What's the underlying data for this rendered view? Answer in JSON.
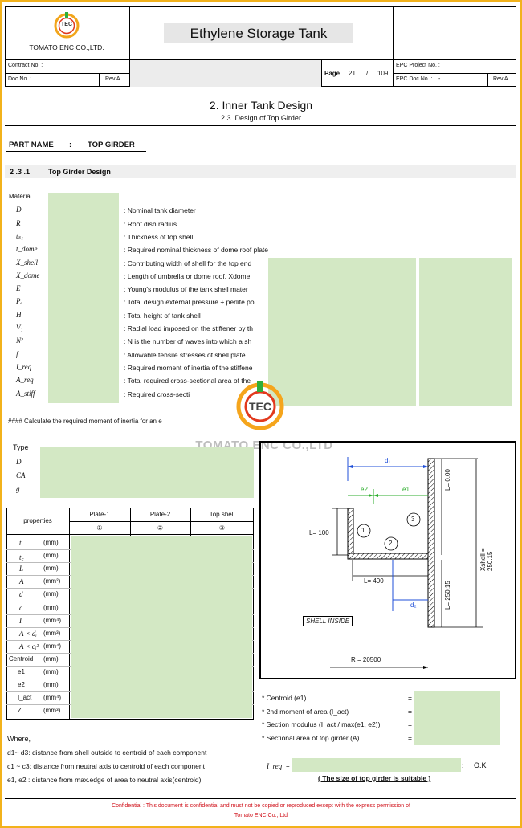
{
  "header": {
    "logo_text": "TEC",
    "company": "TOMATO ENC CO.,LTD.",
    "title": "Ethylene Storage Tank",
    "contract_no_label": "Contract No. :",
    "doc_no_label": "Doc No. :",
    "rev_label": "Rev.A",
    "page_label": "Page",
    "page_current": "21",
    "page_sep": "/",
    "page_total": "109",
    "epc_project_label": "EPC Project No. :",
    "epc_doc_label": "EPC Doc No. :",
    "epc_doc_value": "-",
    "epc_rev_label": "Rev.A"
  },
  "section": {
    "title": "2. Inner Tank Design",
    "subtitle": "2.3. Design of Top Girder",
    "part_label": "PART NAME",
    "part_sep": ":",
    "part_value": "TOP GIRDER",
    "sub_number": "2 .3 .1",
    "sub_title": "Top Girder Design"
  },
  "params": [
    {
      "sym": "Material",
      "desc": ""
    },
    {
      "sym": "D",
      "desc": ": Nominal tank diameter"
    },
    {
      "sym": "R",
      "desc": ": Roof dish radius"
    },
    {
      "sym": "tₛ₁",
      "desc": ": Thickness of top shell"
    },
    {
      "sym": "t_dome",
      "desc": ": Required nominal thickness of dome roof plate"
    },
    {
      "sym": "X_shell",
      "desc": ": Contributing width of shell for the top end"
    },
    {
      "sym": "X_dome",
      "desc": ": Length of umbrella or dome roof, Xdome"
    },
    {
      "sym": "E",
      "desc": ": Young's modulus of the tank shell mater"
    },
    {
      "sym": "Pₑ",
      "desc": ": Total design external pressure + perlite po"
    },
    {
      "sym": "H",
      "desc": ": Total height of tank shell"
    },
    {
      "sym": "V₁",
      "desc": ": Radial load imposed on the stiffener by th"
    },
    {
      "sym": "N²",
      "desc": ": N is the number of waves into which a sh"
    },
    {
      "sym": "f",
      "desc": ": Allowable tensile stresses of shell plate"
    },
    {
      "sym": "I_req",
      "desc": ": Required moment of inertia of the stiffene"
    },
    {
      "sym": "A_req",
      "desc": ": Total required cross-sectional area of the"
    },
    {
      "sym": "A_stiff",
      "desc": ": Required cross-secti"
    }
  ],
  "calc_note": "#### Calculate the required moment of inertia for an e",
  "watermark": {
    "logo": "TEC",
    "text": "TOMATO ENC CO.,LTD"
  },
  "type_block": {
    "label": "Type",
    "rows": [
      "D",
      "CA",
      "g"
    ]
  },
  "properties_table": {
    "header": [
      "properties",
      "Plate-1",
      "Plate-2",
      "Top shell"
    ],
    "subheader": [
      "①",
      "②",
      "③"
    ],
    "rows": [
      {
        "sym": "t",
        "unit": "(mm)"
      },
      {
        "sym": "t꜀",
        "unit": "(mm)"
      },
      {
        "sym": "L",
        "unit": "(mm)"
      },
      {
        "sym": "A",
        "unit": "(mm²)"
      },
      {
        "sym": "d",
        "unit": "(mm)"
      },
      {
        "sym": "c",
        "unit": "(mm)"
      },
      {
        "sym": "I",
        "unit": "(mm⁴)"
      },
      {
        "sym": "A × dᵢ",
        "unit": "(mm³)"
      },
      {
        "sym": "A × cᵢ²",
        "unit": "(mm⁴)"
      },
      {
        "sym": "Centroid",
        "unit": "(mm)"
      },
      {
        "sym": "e1",
        "unit": "(mm)"
      },
      {
        "sym": "e2",
        "unit": "(mm)"
      },
      {
        "sym": "I_act",
        "unit": "(mm⁴)"
      },
      {
        "sym": "Z",
        "unit": "(mm³)"
      }
    ]
  },
  "diagram": {
    "d1": "d₁",
    "e2": "e2",
    "e1": "e1",
    "l_zero": "L= 0.00",
    "xshell": "Xshell = 250.15",
    "l100": "L= 100",
    "c1": "1",
    "c2": "2",
    "c3": "3",
    "l400": "L= 400",
    "l250": "L= 250.15",
    "d2": "d₂",
    "shell_inside": "SHELL INSIDE",
    "radius": "R = 20500"
  },
  "results": [
    {
      "label": "* Centroid (e1)",
      "eq": "="
    },
    {
      "label": "* 2nd moment of area (I_act)",
      "eq": "="
    },
    {
      "label": "* Section modulus (I_act / max(e1, e2))",
      "eq": "="
    },
    {
      "label": "* Sectional area of top girder (A)",
      "eq": "="
    }
  ],
  "ireq_check": {
    "label": "I_req",
    "eq": "=",
    "colon": ":",
    "status": "O.K",
    "verdict": "( The size of top girder is suitable )"
  },
  "where": {
    "title": "Where,",
    "lines": [
      "d1~ d3: distance from shell outside to centroid of each component",
      "c1 ~ c3: distance from neutral axis to centroid of each component",
      "e1, e2 : distance from max.edge of area to neutral axis(centroid)"
    ]
  },
  "footer": {
    "line1": "Confidential : This document is confidential and must not be copied or reproduced except with the express permission of",
    "line2": "Tomato ENC Co., Ltd"
  },
  "colors": {
    "frame": "#f2b21b",
    "mask": "#d3e8c4",
    "blue_dim": "#1f4fd8",
    "green_dim": "#2cae2c",
    "footer_red": "#d0121b"
  }
}
